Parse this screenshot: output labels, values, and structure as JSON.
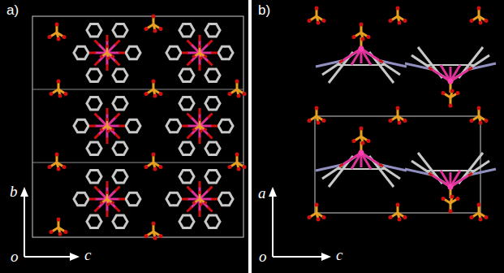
{
  "diagram": {
    "labels": [
      "a)",
      "b)",
      "b",
      "c",
      "o",
      "a",
      "c",
      "o"
    ]
  }
}
